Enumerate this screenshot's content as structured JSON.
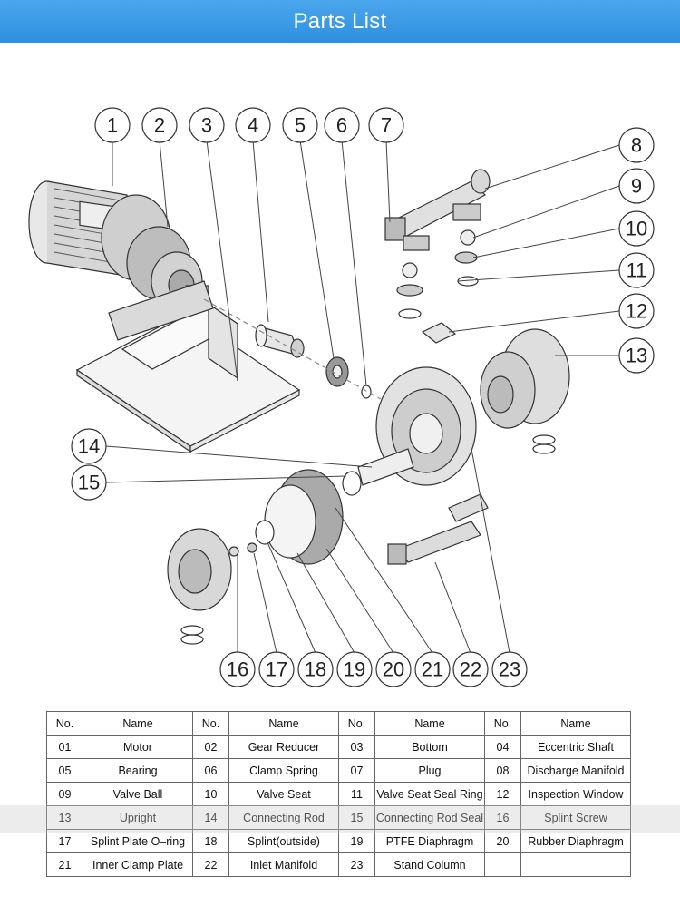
{
  "header": {
    "title": "Parts List"
  },
  "callouts": [
    "1",
    "2",
    "3",
    "4",
    "5",
    "6",
    "7",
    "8",
    "9",
    "10",
    "11",
    "12",
    "13",
    "14",
    "15",
    "16",
    "17",
    "18",
    "19",
    "20",
    "21",
    "22",
    "23"
  ],
  "table": {
    "headers": [
      "No.",
      "Name",
      "No.",
      "Name",
      "No.",
      "Name",
      "No.",
      "Name"
    ],
    "rows": [
      [
        "01",
        "Motor",
        "02",
        "Gear Reducer",
        "03",
        "Bottom",
        "04",
        "Eccentric Shaft"
      ],
      [
        "05",
        "Bearing",
        "06",
        "Clamp Spring",
        "07",
        "Plug",
        "08",
        "Discharge Manifold"
      ],
      [
        "09",
        "Valve Ball",
        "10",
        "Valve Seat",
        "11",
        "Valve Seat Seal Ring",
        "12",
        "Inspection Window"
      ],
      [
        "13",
        "Upright",
        "14",
        "Connecting Rod",
        "15",
        "Connecting Rod Seal",
        "16",
        "Splint Screw"
      ],
      [
        "17",
        "Splint Plate O–ring",
        "18",
        "Splint(outside)",
        "19",
        "PTFE Diaphragm",
        "20",
        "Rubber Diaphragm"
      ],
      [
        "21",
        "Inner Clamp Plate",
        "22",
        "Inlet Manifold",
        "23",
        "Stand Column",
        "",
        ""
      ]
    ]
  }
}
